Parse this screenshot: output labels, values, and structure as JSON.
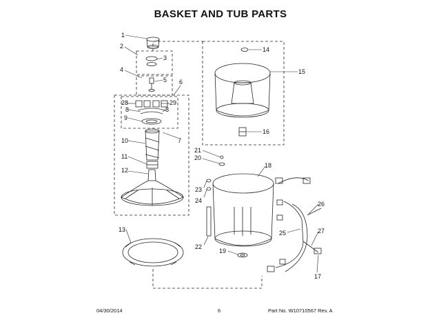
{
  "title": "BASKET AND TUB PARTS",
  "callouts": [
    {
      "id": "1",
      "label": "1"
    },
    {
      "id": "2",
      "label": "2"
    },
    {
      "id": "3",
      "label": "3"
    },
    {
      "id": "4",
      "label": "4"
    },
    {
      "id": "5",
      "label": "5"
    },
    {
      "id": "6",
      "label": "6"
    },
    {
      "id": "7",
      "label": "7"
    },
    {
      "id": "8a",
      "label": "8"
    },
    {
      "id": "8b",
      "label": "8"
    },
    {
      "id": "9",
      "label": "9"
    },
    {
      "id": "10",
      "label": "10"
    },
    {
      "id": "11",
      "label": "11"
    },
    {
      "id": "12",
      "label": "12"
    },
    {
      "id": "13",
      "label": "13"
    },
    {
      "id": "14",
      "label": "14"
    },
    {
      "id": "15",
      "label": "15"
    },
    {
      "id": "16",
      "label": "16"
    },
    {
      "id": "17",
      "label": "17"
    },
    {
      "id": "18",
      "label": "18"
    },
    {
      "id": "19",
      "label": "19"
    },
    {
      "id": "20",
      "label": "20"
    },
    {
      "id": "21",
      "label": "21"
    },
    {
      "id": "22",
      "label": "22"
    },
    {
      "id": "23",
      "label": "23"
    },
    {
      "id": "24",
      "label": "24"
    },
    {
      "id": "25",
      "label": "25"
    },
    {
      "id": "26",
      "label": "26"
    },
    {
      "id": "27",
      "label": "27"
    },
    {
      "id": "28",
      "label": "28"
    },
    {
      "id": "29",
      "label": "29"
    }
  ],
  "footer": {
    "date": "04/30/2014",
    "page": "6",
    "part": "Part No.  W10710567  Rev. A"
  }
}
